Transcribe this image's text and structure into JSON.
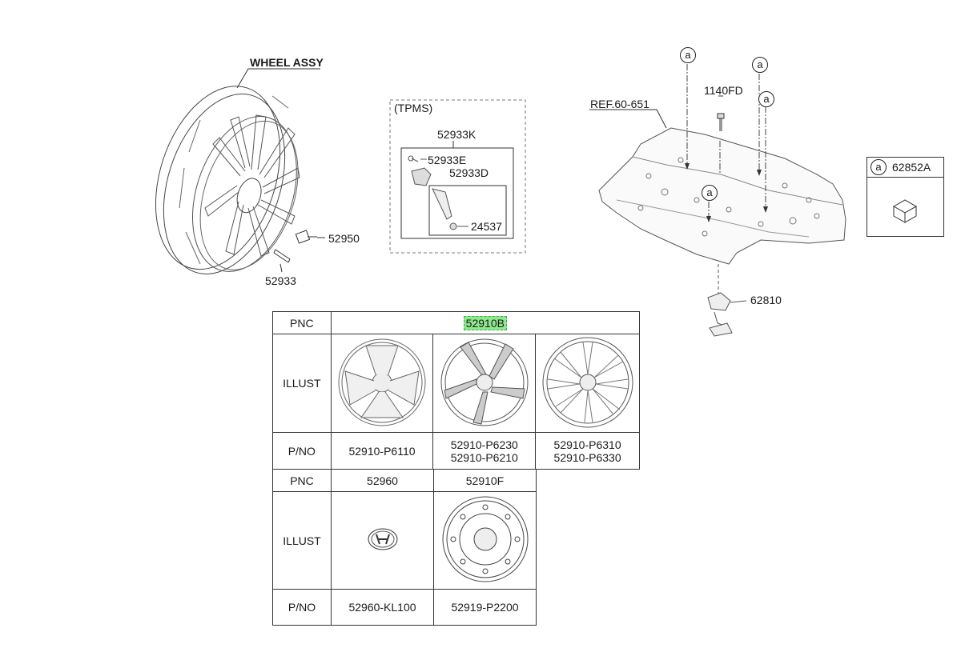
{
  "wheel": {
    "title": "WHEEL ASSY",
    "nut_part": "52950",
    "valve_part": "52933"
  },
  "tpms": {
    "group_label": "(TPMS)",
    "sensor_assy": "52933K",
    "screw": "52933E",
    "valve_assy": "52933D",
    "cap": "24537"
  },
  "floor": {
    "ref_label": "REF.60-651",
    "bolt_part": "1140FD",
    "callout": "a",
    "jack_part": "62810"
  },
  "legend": {
    "callout": "a",
    "part": "62852A"
  },
  "table_top": {
    "pnc_label": "PNC",
    "pnc_value": "52910B",
    "illust_label": "ILLUST",
    "pno_label": "P/NO",
    "pno": [
      "52910-P6110",
      "52910-P6230",
      "52910-P6210",
      "52910-P6310",
      "52910-P6330"
    ]
  },
  "table_bottom": {
    "pnc_label": "PNC",
    "pnc_1": "52960",
    "pnc_2": "52910F",
    "illust_label": "ILLUST",
    "pno_label": "P/NO",
    "pno_1": "52960-KL100",
    "pno_2": "52919-P2200"
  }
}
